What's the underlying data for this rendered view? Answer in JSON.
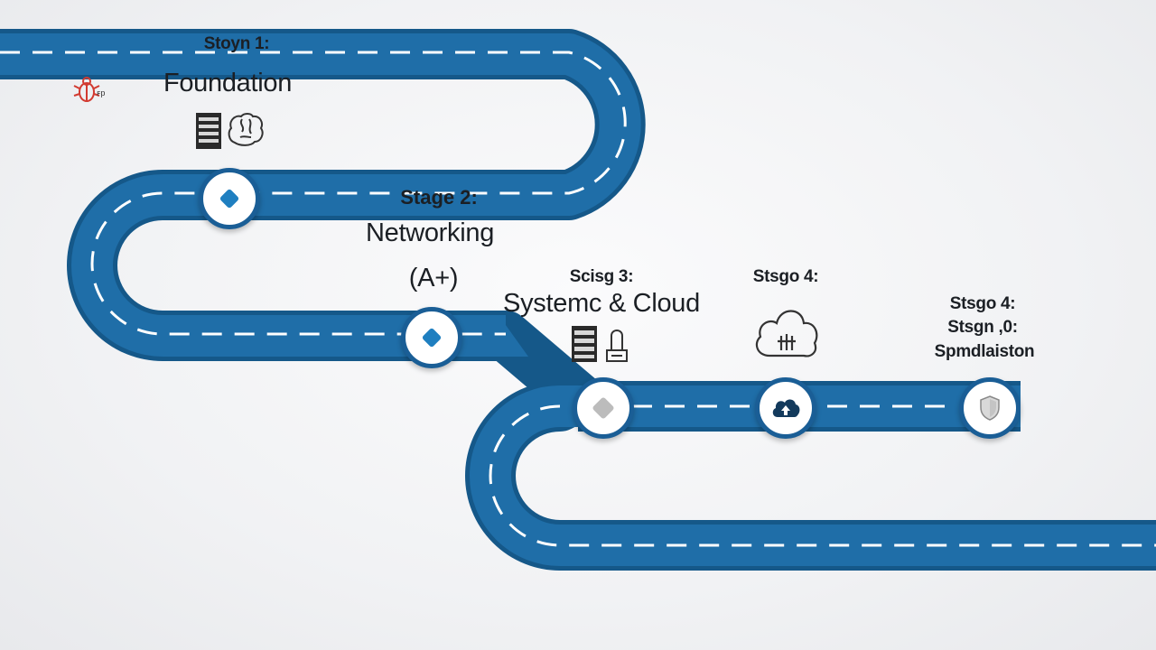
{
  "colors": {
    "road": "#1f6ea8",
    "road_edge": "#155889",
    "dash": "#ffffff",
    "marker": "#1f7fc0",
    "marker_gray": "#bcbcbc",
    "marker_dark": "#133a5c",
    "accent_red": "#d23a30"
  },
  "stages": [
    {
      "id": "stage-1",
      "heading": "Stoyn 1:",
      "title": "Foundation",
      "icons": [
        "server-stack-icon",
        "brain-icon"
      ],
      "marker_icon": "diamond-icon"
    },
    {
      "id": "stage-2",
      "heading": "Stage 2:",
      "title": "Networking",
      "subtitle": "(A+)",
      "marker_icon": "diamond-icon"
    },
    {
      "id": "stage-3",
      "heading": "Scisg 3:",
      "title": "Systemc & Cloud",
      "icons": [
        "server-rack-icon",
        "robot-icon"
      ],
      "marker_icon": "diamond-gray-icon"
    },
    {
      "id": "stage-4",
      "heading": "Stsgo 4:",
      "icons": [
        "cloud-circuit-icon"
      ],
      "marker_icon": "cloud-upload-icon"
    },
    {
      "id": "stage-5",
      "heading": "Stsgo 4:",
      "heading2": "Stsgn ,0:",
      "title": "Spmdlaiston",
      "marker_icon": "shield-icon"
    }
  ],
  "decor": {
    "icon": "bug-icon"
  }
}
